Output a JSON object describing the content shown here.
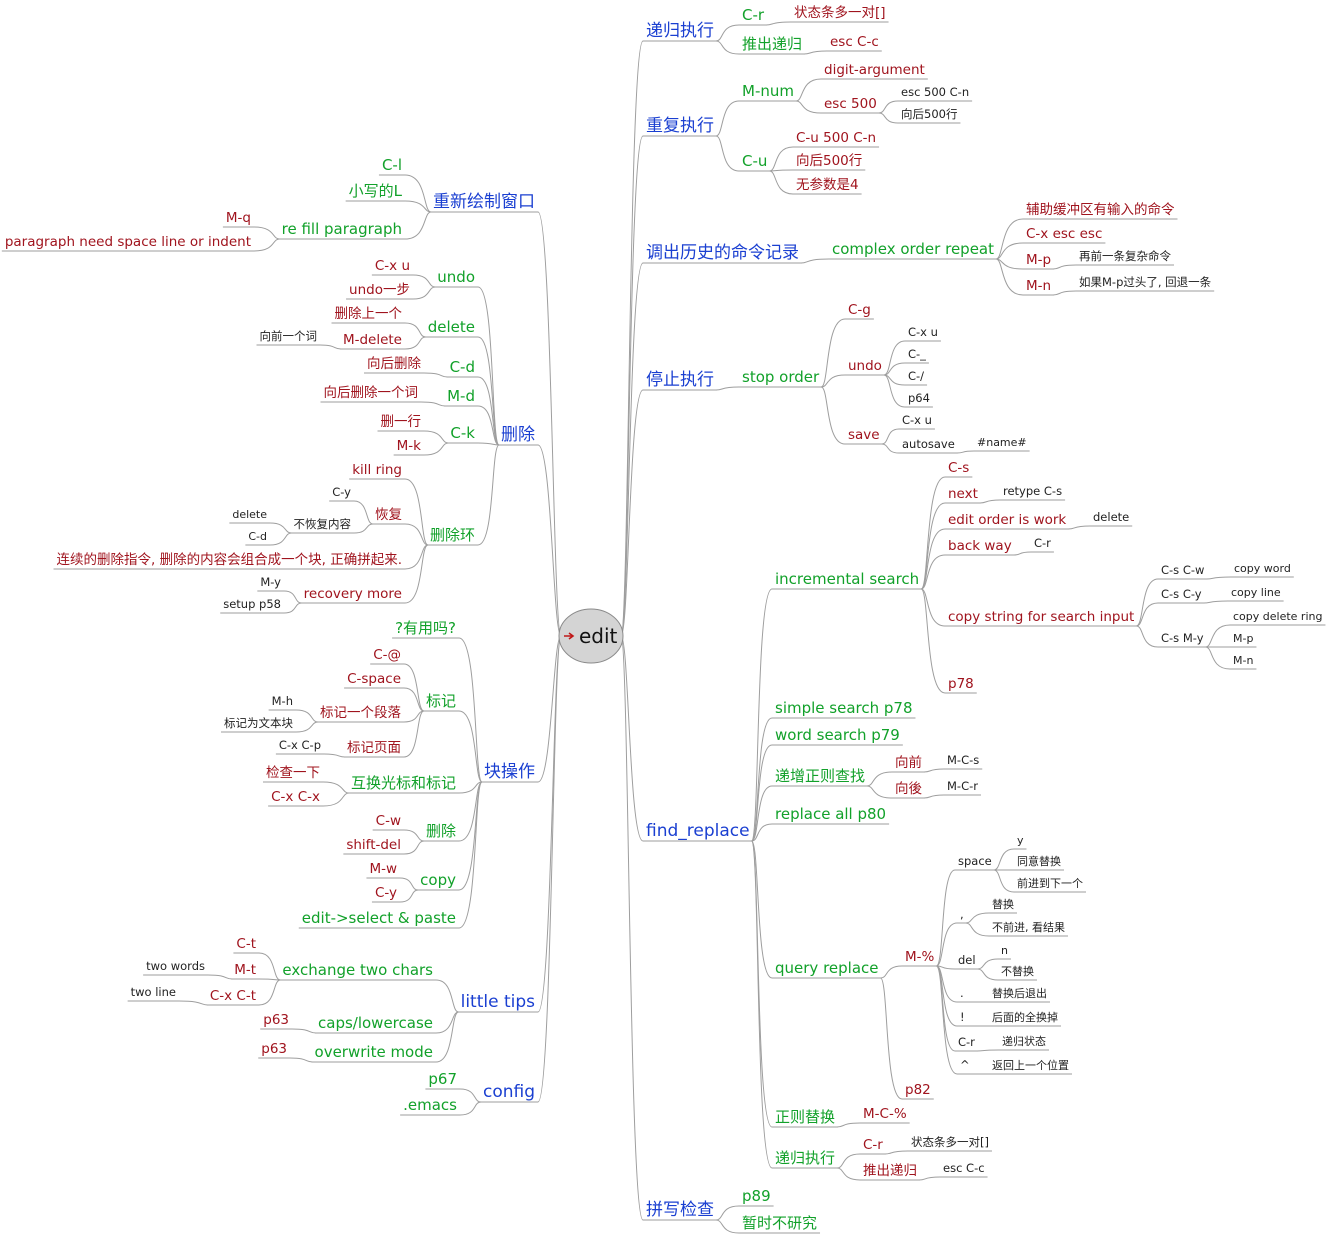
{
  "root": {
    "label": "edit",
    "icon": "red-arrow-icon"
  },
  "colors": {
    "level1": "#1a3fd1",
    "level2": "#12a12a",
    "level3": "#a0141e",
    "level4": "#222222",
    "line": "#9e9e9e",
    "root_fill": "#d4d4d4"
  },
  "right": [
    {
      "label": "递归执行",
      "children": [
        {
          "label": "C-r",
          "children": [
            {
              "label": "状态条多一对[]"
            }
          ]
        },
        {
          "label": "推出递归",
          "children": [
            {
              "label": "esc C-c"
            }
          ]
        }
      ]
    },
    {
      "label": "重复执行",
      "children": [
        {
          "label": "M-num",
          "children": [
            {
              "label": "digit-argument"
            },
            {
              "label": "esc 500",
              "children": [
                {
                  "label": "esc 500 C-n"
                },
                {
                  "label": "向后500行"
                }
              ]
            }
          ]
        },
        {
          "label": "C-u",
          "children": [
            {
              "label": "C-u 500 C-n"
            },
            {
              "label": "向后500行"
            },
            {
              "label": "无参数是4"
            }
          ]
        }
      ]
    },
    {
      "label": "调出历史的命令记录",
      "children": [
        {
          "label": "complex order repeat",
          "children": [
            {
              "label": "辅助缓冲区有输入的命令"
            },
            {
              "label": "C-x esc esc"
            },
            {
              "label": "M-p",
              "children": [
                {
                  "label": "再前一条复杂命令"
                }
              ]
            },
            {
              "label": "M-n",
              "children": [
                {
                  "label": "如果M-p过头了, 回退一条"
                }
              ]
            }
          ]
        }
      ]
    },
    {
      "label": "停止执行",
      "children": [
        {
          "label": "stop order",
          "children": [
            {
              "label": "C-g"
            },
            {
              "label": "undo",
              "children": [
                {
                  "label": "C-x u"
                },
                {
                  "label": "C-_"
                },
                {
                  "label": "C-/"
                },
                {
                  "label": "p64"
                }
              ]
            },
            {
              "label": "save",
              "children": [
                {
                  "label": "C-x u"
                },
                {
                  "label": "autosave",
                  "children": [
                    {
                      "label": "#name#"
                    }
                  ]
                }
              ]
            }
          ]
        }
      ]
    },
    {
      "label": "find_replace",
      "children": [
        {
          "label": "incremental search",
          "children": [
            {
              "label": "C-s"
            },
            {
              "label": "next",
              "children": [
                {
                  "label": "retype C-s"
                }
              ]
            },
            {
              "label": "edit order is work",
              "children": [
                {
                  "label": "delete"
                }
              ]
            },
            {
              "label": "back way",
              "children": [
                {
                  "label": "C-r"
                }
              ]
            },
            {
              "label": "copy string for search input",
              "children": [
                {
                  "label": "C-s C-w",
                  "children": [
                    {
                      "label": "copy word"
                    }
                  ]
                },
                {
                  "label": "C-s C-y",
                  "children": [
                    {
                      "label": "copy line"
                    }
                  ]
                },
                {
                  "label": "C-s M-y",
                  "children": [
                    {
                      "label": "copy delete ring"
                    },
                    {
                      "label": "M-p"
                    },
                    {
                      "label": "M-n"
                    }
                  ]
                }
              ]
            },
            {
              "label": "p78"
            }
          ]
        },
        {
          "label": "simple search p78"
        },
        {
          "label": "word search p79"
        },
        {
          "label": "递增正则查找",
          "children": [
            {
              "label": "向前",
              "children": [
                {
                  "label": "M-C-s"
                }
              ]
            },
            {
              "label": "向後",
              "children": [
                {
                  "label": "M-C-r"
                }
              ]
            }
          ]
        },
        {
          "label": "replace all p80"
        },
        {
          "label": "query replace",
          "children": [
            {
              "label": "M-%",
              "children": [
                {
                  "label": "space",
                  "children": [
                    {
                      "label": "y"
                    },
                    {
                      "label": "同意替换"
                    },
                    {
                      "label": "前进到下一个"
                    }
                  ]
                },
                {
                  "label": ",",
                  "children": [
                    {
                      "label": "替换"
                    },
                    {
                      "label": "不前进, 看结果"
                    }
                  ]
                },
                {
                  "label": "del",
                  "children": [
                    {
                      "label": "n"
                    },
                    {
                      "label": "不替换"
                    }
                  ]
                },
                {
                  "label": ".",
                  "children": [
                    {
                      "label": "替换后退出"
                    }
                  ]
                },
                {
                  "label": "!",
                  "children": [
                    {
                      "label": "后面的全换掉"
                    }
                  ]
                },
                {
                  "label": "C-r",
                  "children": [
                    {
                      "label": "递归状态"
                    }
                  ]
                },
                {
                  "label": "^",
                  "children": [
                    {
                      "label": "返回上一个位置"
                    }
                  ]
                }
              ]
            },
            {
              "label": "p82"
            }
          ]
        },
        {
          "label": "正则替换",
          "children": [
            {
              "label": "M-C-%"
            }
          ]
        },
        {
          "label": "递归执行",
          "children": [
            {
              "label": "C-r",
              "children": [
                {
                  "label": "状态条多一对[]"
                }
              ]
            },
            {
              "label": "推出递归",
              "children": [
                {
                  "label": "esc C-c"
                }
              ]
            }
          ]
        }
      ]
    },
    {
      "label": "拼写检查",
      "children": [
        {
          "label": "p89"
        },
        {
          "label": "暂时不研究"
        }
      ]
    }
  ],
  "left": [
    {
      "label": "重新绘制窗口",
      "children": [
        {
          "label": "C-l"
        },
        {
          "label": "小写的L"
        },
        {
          "label": "re fill paragraph",
          "children": [
            {
              "label": "M-q"
            },
            {
              "label": "paragraph need space line or indent"
            }
          ]
        }
      ]
    },
    {
      "label": "删除",
      "children": [
        {
          "label": "undo",
          "children": [
            {
              "label": "C-x u"
            },
            {
              "label": "undo一步"
            }
          ]
        },
        {
          "label": "delete",
          "children": [
            {
              "label": "删除上一个"
            },
            {
              "label": "M-delete",
              "children": [
                {
                  "label": "向前一个词"
                }
              ]
            }
          ]
        },
        {
          "label": "C-d",
          "children": [
            {
              "label": "向后删除"
            }
          ]
        },
        {
          "label": "M-d",
          "children": [
            {
              "label": "向后删除一个词"
            }
          ]
        },
        {
          "label": "C-k",
          "children": [
            {
              "label": "删一行"
            },
            {
              "label": "M-k"
            }
          ]
        },
        {
          "label": "删除环",
          "children": [
            {
              "label": "kill ring"
            },
            {
              "label": "恢复",
              "children": [
                {
                  "label": "C-y"
                },
                {
                  "label": "不恢复内容",
                  "children": [
                    {
                      "label": "delete"
                    },
                    {
                      "label": "C-d"
                    }
                  ]
                }
              ]
            },
            {
              "label": "连续的删除指令, 删除的内容会组合成一个块, 正确拼起来."
            },
            {
              "label": "recovery more",
              "children": [
                {
                  "label": "M-y"
                },
                {
                  "label": "setup p58"
                }
              ]
            }
          ]
        }
      ]
    },
    {
      "label": "块操作",
      "children": [
        {
          "label": "?有用吗?"
        },
        {
          "label": "标记",
          "children": [
            {
              "label": "C-@"
            },
            {
              "label": "C-space"
            },
            {
              "label": "标记一个段落",
              "children": [
                {
                  "label": "M-h"
                },
                {
                  "label": "标记为文本块"
                }
              ]
            },
            {
              "label": "标记页面",
              "children": [
                {
                  "label": "C-x C-p"
                }
              ]
            }
          ]
        },
        {
          "label": "互换光标和标记",
          "children": [
            {
              "label": "检查一下"
            },
            {
              "label": "C-x C-x"
            }
          ]
        },
        {
          "label": "删除",
          "children": [
            {
              "label": "C-w"
            },
            {
              "label": "shift-del"
            }
          ]
        },
        {
          "label": "copy",
          "children": [
            {
              "label": "M-w"
            },
            {
              "label": "C-y"
            }
          ]
        },
        {
          "label": "edit->select & paste"
        }
      ]
    },
    {
      "label": "little tips",
      "children": [
        {
          "label": "exchange two chars",
          "children": [
            {
              "label": "C-t"
            },
            {
              "label": "M-t",
              "children": [
                {
                  "label": "two words"
                }
              ]
            },
            {
              "label": "C-x C-t",
              "children": [
                {
                  "label": "two line"
                }
              ]
            }
          ]
        },
        {
          "label": "caps/lowercase",
          "children": [
            {
              "label": "p63"
            }
          ]
        },
        {
          "label": "overwrite mode",
          "children": [
            {
              "label": "p63"
            }
          ]
        }
      ]
    },
    {
      "label": "config",
      "children": [
        {
          "label": "p67"
        },
        {
          "label": ".emacs"
        }
      ]
    }
  ]
}
